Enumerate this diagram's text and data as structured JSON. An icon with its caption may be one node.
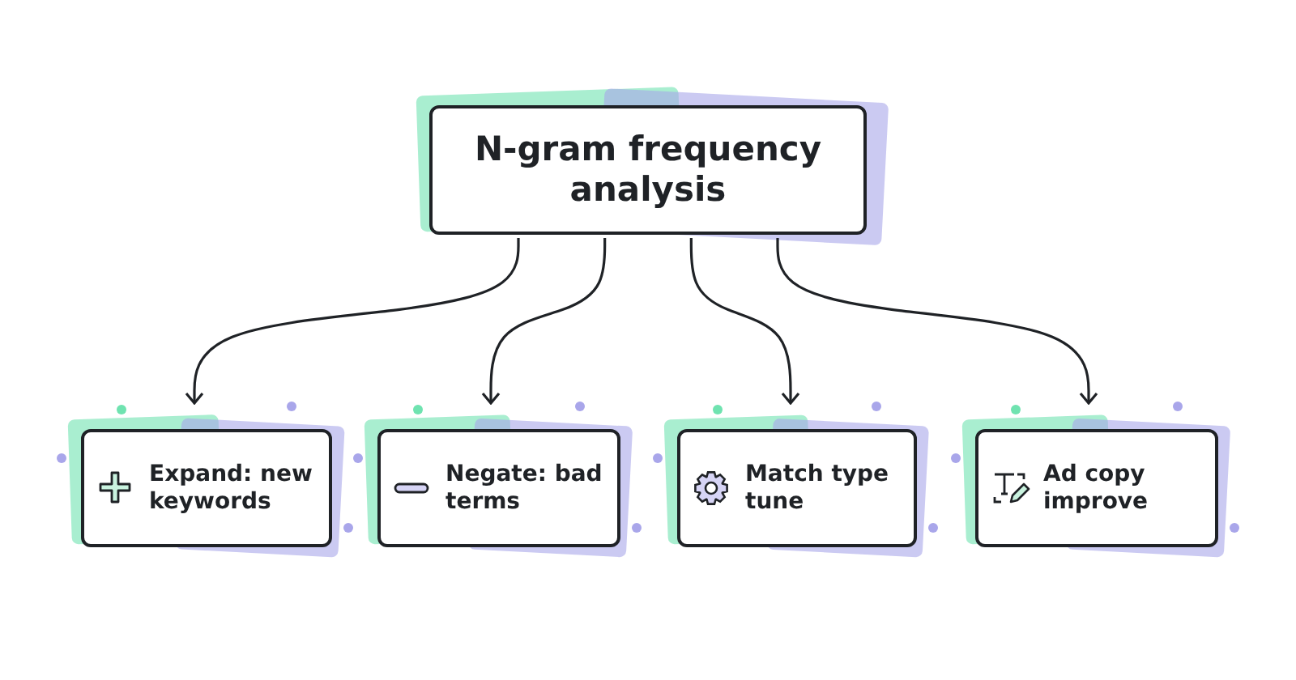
{
  "diagram": {
    "nodes": [
      {
        "text": [
          "N-gram frequency analysis"
        ]
      },
      {
        "text": [
          "Expand: new keywords"
        ]
      },
      {
        "text": [
          "Negate: bad terms"
        ]
      },
      {
        "text": [
          "Match type tune"
        ]
      },
      {
        "text": [
          "Ad copy improve"
        ]
      }
    ],
    "edges": [
      {
        "from": 0,
        "to": 1,
        "arrow": "to"
      },
      {
        "from": 0,
        "to": 2,
        "arrow": "to"
      },
      {
        "from": 0,
        "to": 3,
        "arrow": "to"
      },
      {
        "from": 0,
        "to": 4,
        "arrow": "to"
      }
    ]
  }
}
